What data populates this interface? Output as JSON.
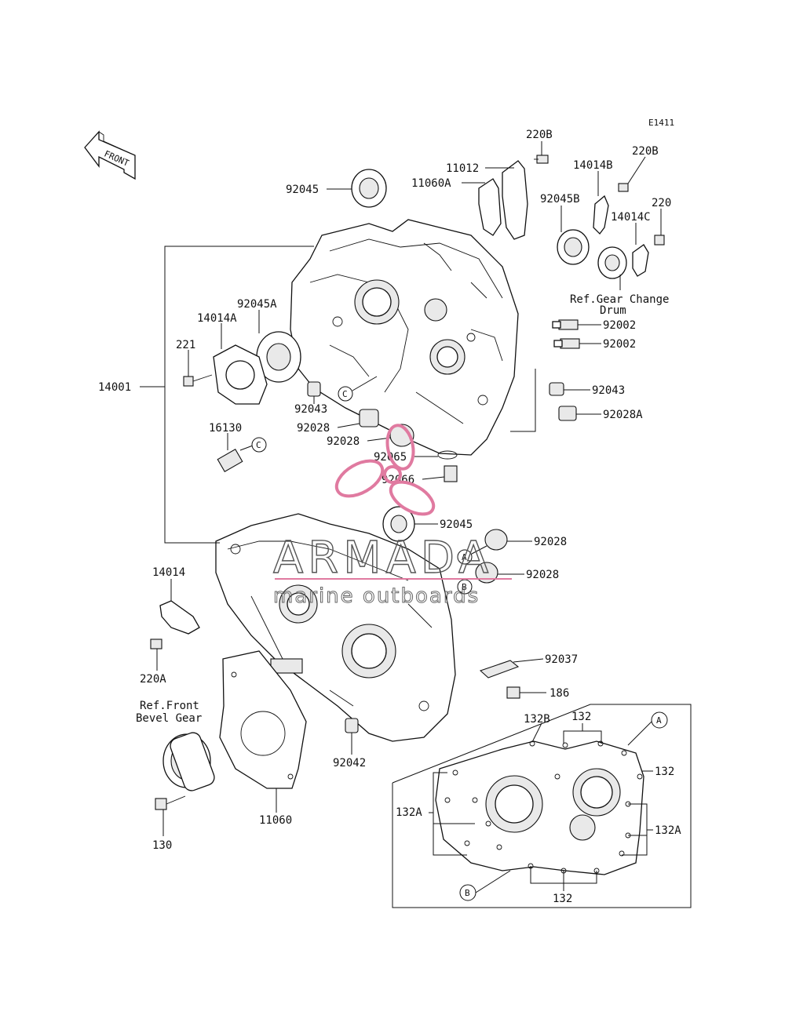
{
  "diagram": {
    "code": "E1411",
    "front_arrow_text": "FRONT",
    "labels": {
      "p220B_top": "220B",
      "p11012": "11012",
      "p11060A": "11060A",
      "p220B_right": "220B",
      "p14014B": "14014B",
      "p92045_top": "92045",
      "p92045B": "92045B",
      "p220": "220",
      "p14014C": "14014C",
      "ref_gear_line1": "Ref.Gear Change",
      "ref_gear_line2": "Drum",
      "p92002_a": "92002",
      "p92002_b": "92002",
      "p92045A": "92045A",
      "p14014A": "14014A",
      "p221": "221",
      "p14001": "14001",
      "p92043_left": "92043",
      "p92043_right": "92043",
      "p92028A": "92028A",
      "p92028_left": "92028",
      "p92028_mid": "92028",
      "p16130": "16130",
      "p92065": "92065",
      "p92066": "92066",
      "p92045_mid": "92045",
      "p92028_A": "92028",
      "p92028_B": "92028",
      "p14014": "14014",
      "p220A": "220A",
      "ref_front_line1": "Ref.Front",
      "ref_front_line2": "Bevel Gear",
      "p92037": "92037",
      "p186": "186",
      "p92042": "92042",
      "p11060": "11060",
      "p130": "130",
      "p132B": "132B",
      "p132_top": "132",
      "p132_right": "132",
      "p132A_left": "132A",
      "p132A_right": "132A",
      "p132_bottom": "132",
      "tag_A_mid": "A",
      "tag_B_mid": "B",
      "tag_C_left": "C",
      "tag_C_mid": "C",
      "tag_A_inset": "A",
      "tag_B_inset": "B"
    }
  },
  "watermark": {
    "brand": "ARMADA",
    "tagline": "marine outboards",
    "accent_color": "#e07aa0"
  }
}
